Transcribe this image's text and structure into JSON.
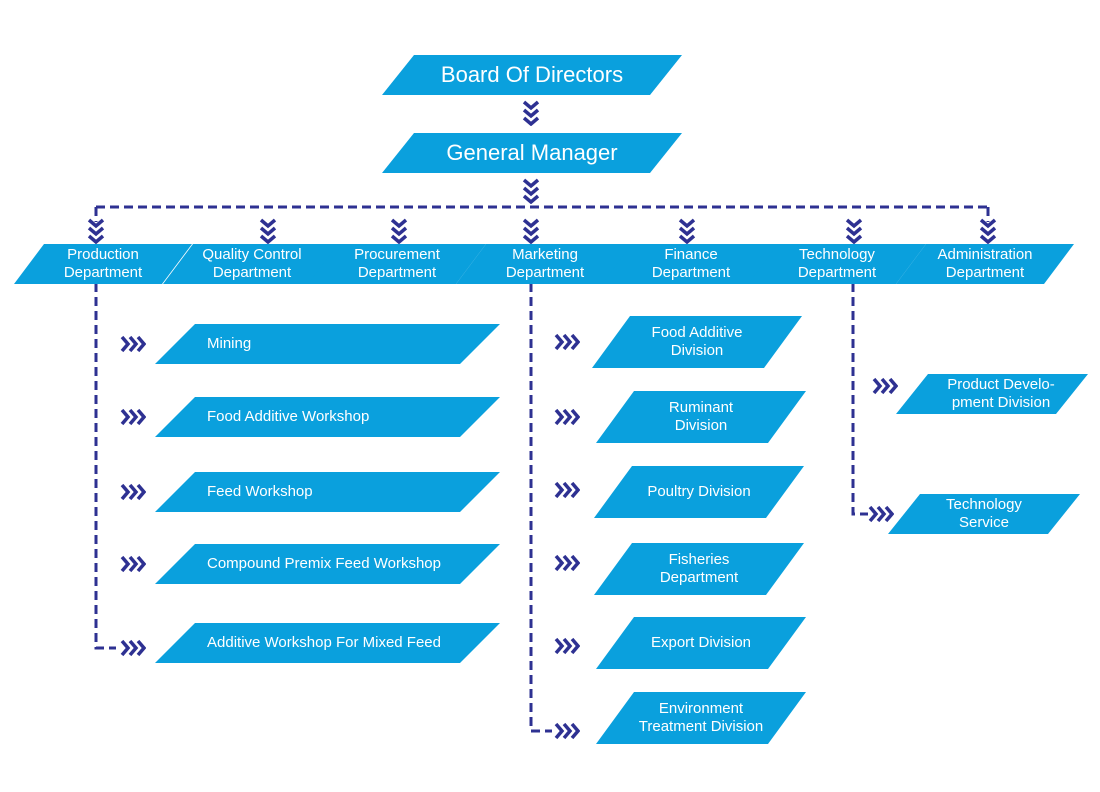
{
  "colors": {
    "box": "#0aa0dd",
    "connector": "#2e3192",
    "text": "#ffffff"
  },
  "top": {
    "board": "Board Of Directors",
    "gm": "General Manager"
  },
  "departments": [
    {
      "label": "Production\nDepartment"
    },
    {
      "label": "Quality Control\nDepartment"
    },
    {
      "label": "Procurement\nDepartment"
    },
    {
      "label": "Marketing\nDepartment"
    },
    {
      "label": "Finance\nDepartment"
    },
    {
      "label": "Technology\nDepartment"
    },
    {
      "label": "Administration\nDepartment"
    }
  ],
  "production_units": [
    {
      "label": "Mining"
    },
    {
      "label": "Food Additive Workshop"
    },
    {
      "label": "Feed Workshop"
    },
    {
      "label": "Compound Premix Feed Workshop"
    },
    {
      "label": "Additive Workshop For Mixed Feed"
    }
  ],
  "marketing_units": [
    {
      "label": "Food Additive\nDivision"
    },
    {
      "label": "Ruminant\nDivision"
    },
    {
      "label": "Poultry Division"
    },
    {
      "label": "Fisheries\nDepartment"
    },
    {
      "label": "Export Division"
    },
    {
      "label": "Environment\nTreatment Division"
    }
  ],
  "technology_units": [
    {
      "label": "Product Develo-\npment Division"
    },
    {
      "label": "Technology\nService"
    }
  ]
}
